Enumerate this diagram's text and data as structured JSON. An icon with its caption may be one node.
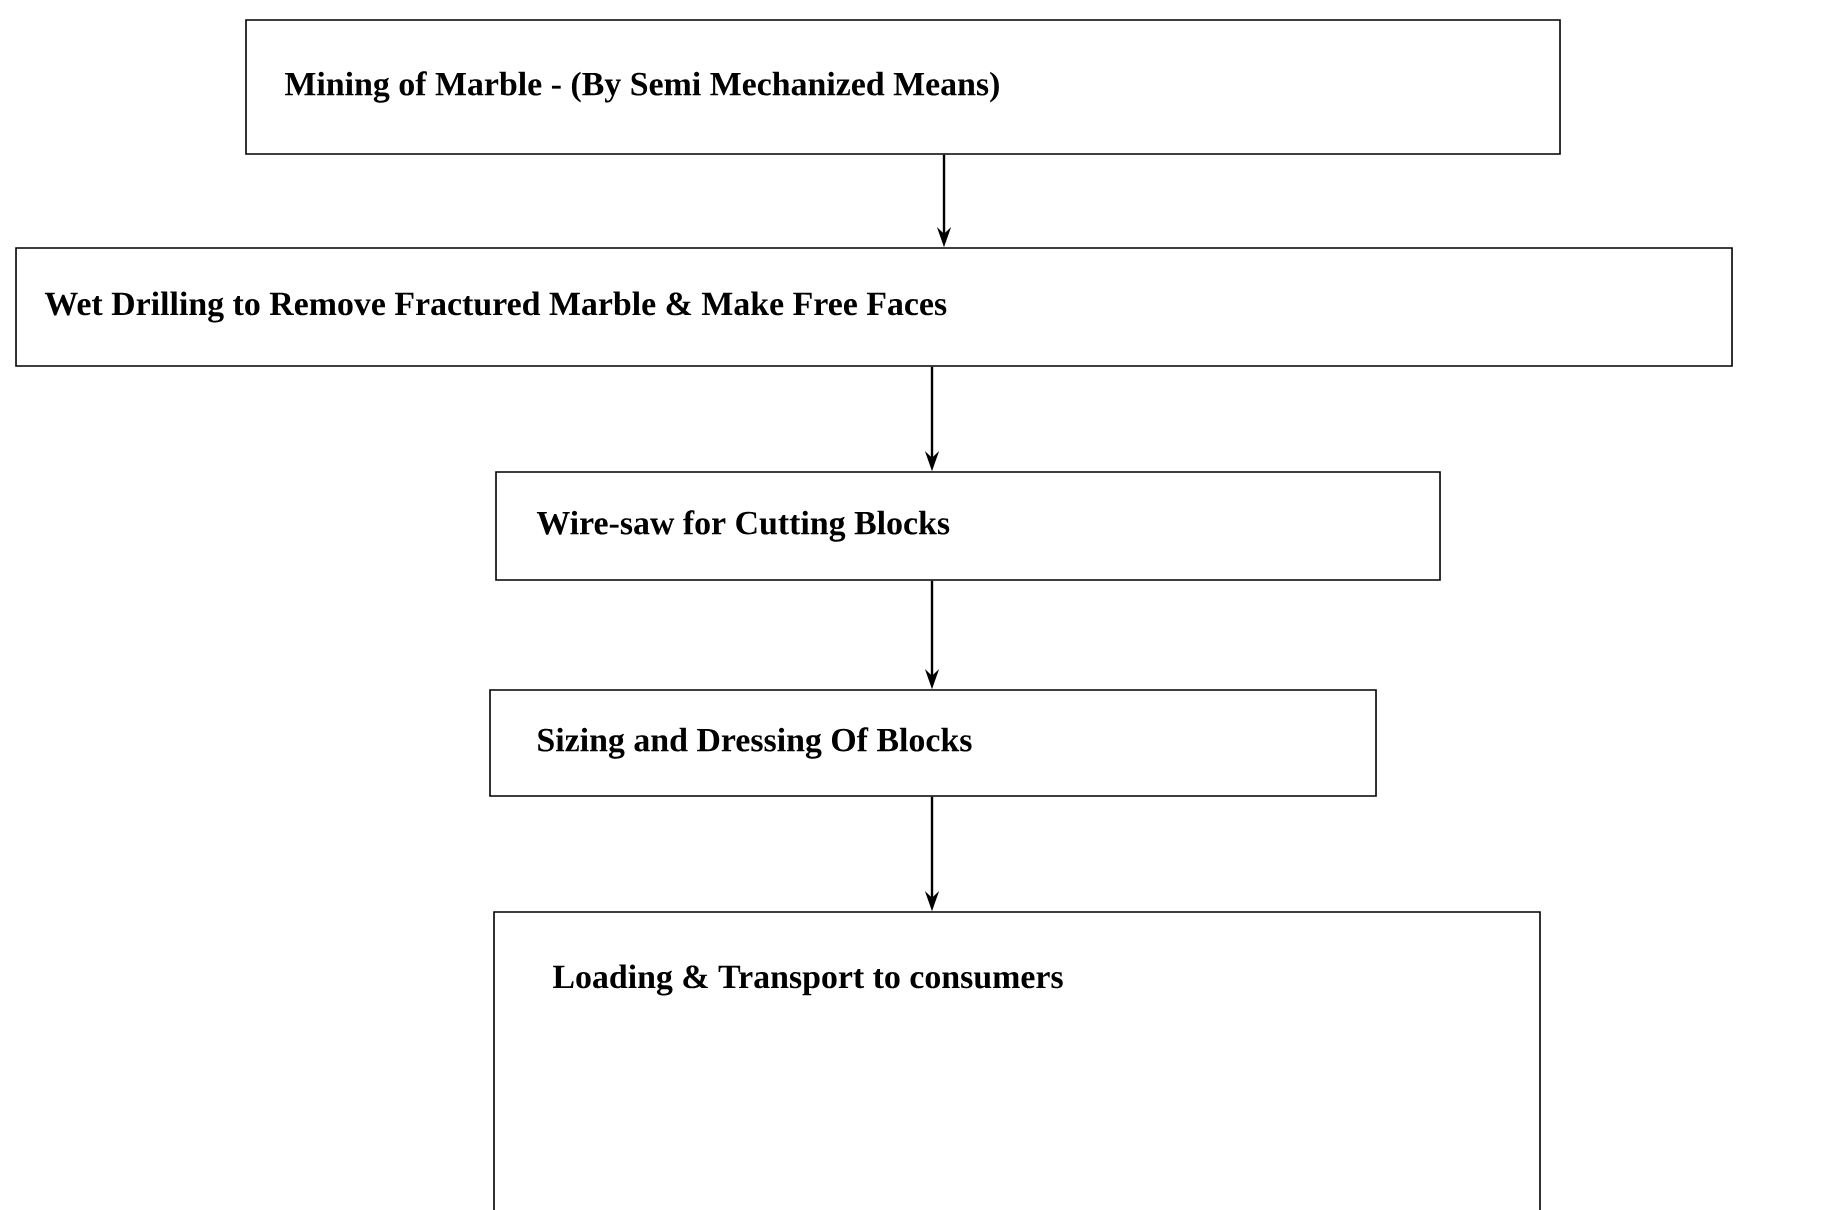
{
  "diagram": {
    "nodes": [
      {
        "text": [
          "Mining of Marble - (By Semi Mechanized Means)"
        ]
      },
      {
        "text": [
          "Wet Drilling to Remove Fractured Marble & Make Free Faces"
        ]
      },
      {
        "text": [
          "Wire-saw for  Cutting Blocks"
        ]
      },
      {
        "text": [
          "Sizing and Dressing Of Blocks"
        ]
      },
      {
        "text": [
          "Loading & Transport to consumers"
        ]
      }
    ],
    "edges": [
      {
        "from": 0,
        "to": 1,
        "arrow": "to"
      },
      {
        "from": 1,
        "to": 2,
        "arrow": "to"
      },
      {
        "from": 2,
        "to": 3,
        "arrow": "to"
      },
      {
        "from": 3,
        "to": 4,
        "arrow": "to"
      }
    ]
  }
}
